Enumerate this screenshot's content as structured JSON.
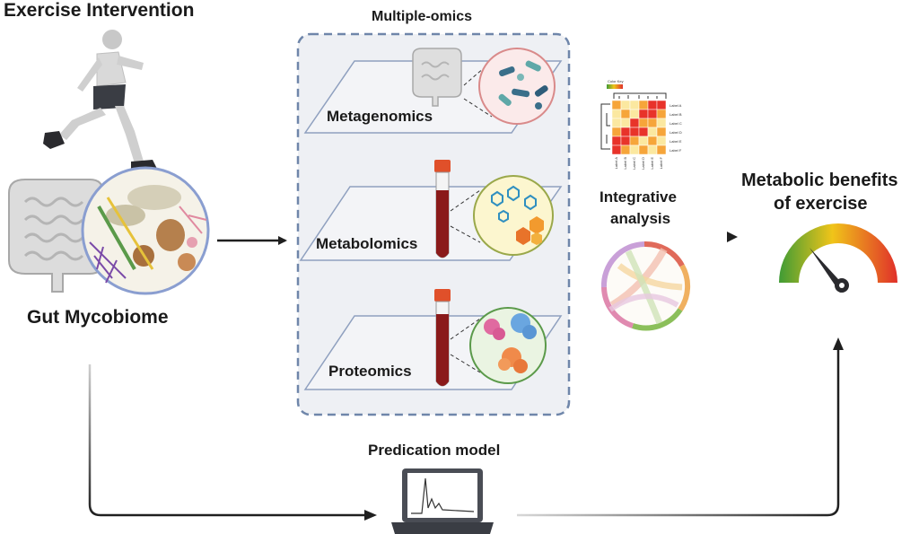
{
  "labels": {
    "exercise_intervention": "Exercise Intervention",
    "gut_mycobiome": "Gut Mycobiome",
    "multiple_omics": "Multiple-omics",
    "metagenomics": "Metagenomics",
    "metabolomics": "Metabolomics",
    "proteomics": "Proteomics",
    "integrative_line1": "Integrative",
    "integrative_line2": "analysis",
    "benefits_line1": "Metabolic benefits",
    "benefits_line2": "of exercise",
    "prediction_model": "Predication model"
  },
  "heatmap": {
    "legend_title": "Color Key",
    "row_labels": [
      "Label A",
      "Label B",
      "Label C",
      "Label D",
      "Label E",
      "Label F"
    ]
  },
  "colors": {
    "panel_border": "#6f86aa",
    "arrow": "#1f1f1f",
    "blood": "#8a1a1a",
    "cap": "#e0502a",
    "gauge_low": "#3f9b35",
    "gauge_mid": "#f0c419",
    "gauge_high": "#e0302a",
    "heat_high": "#e8332a",
    "heat_mid": "#f6a53a",
    "heat_low": "#fbe8a0"
  }
}
